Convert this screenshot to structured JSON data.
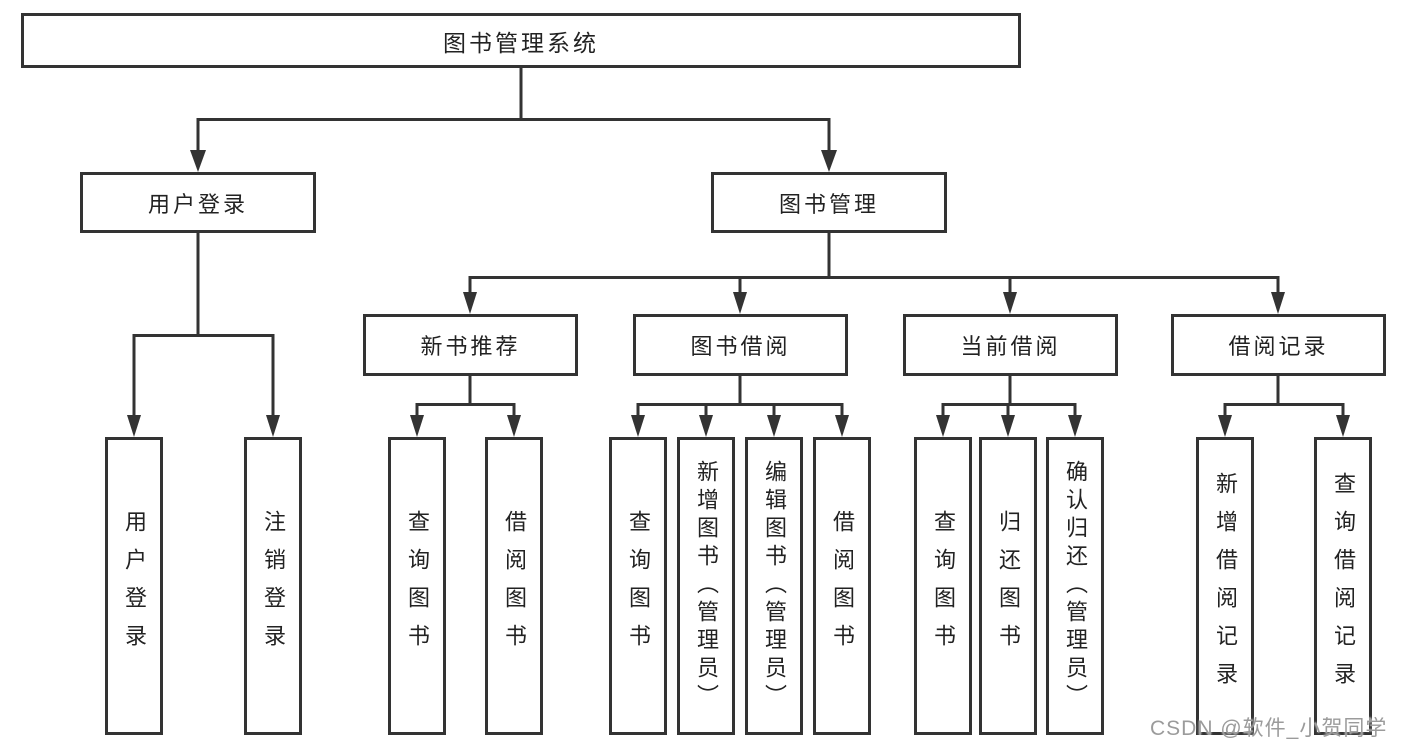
{
  "tree": {
    "root": {
      "label": "图书管理系统"
    },
    "branches": [
      {
        "label": "用户登录",
        "children": [
          {
            "label": "用户登录"
          },
          {
            "label": "注销登录"
          }
        ]
      },
      {
        "label": "图书管理",
        "children": [
          {
            "label": "新书推荐",
            "children": [
              {
                "label": "查询图书"
              },
              {
                "label": "借阅图书"
              }
            ]
          },
          {
            "label": "图书借阅",
            "children": [
              {
                "label": "查询图书"
              },
              {
                "label": "新增图书（管理员）"
              },
              {
                "label": "编辑图书（管理员）"
              },
              {
                "label": "借阅图书"
              }
            ]
          },
          {
            "label": "当前借阅",
            "children": [
              {
                "label": "查询图书"
              },
              {
                "label": "归还图书"
              },
              {
                "label": "确认归还（管理员）"
              }
            ]
          },
          {
            "label": "借阅记录",
            "children": [
              {
                "label": "新增借阅记录"
              },
              {
                "label": "查询借阅记录"
              }
            ]
          }
        ]
      }
    ]
  },
  "watermark": {
    "text": "CSDN @软件_小贺同学"
  },
  "colors": {
    "line": "#333333",
    "box_border": "#333333",
    "box_bg": "#ffffff",
    "text": "#222222",
    "watermark": "#9b9b9b"
  }
}
